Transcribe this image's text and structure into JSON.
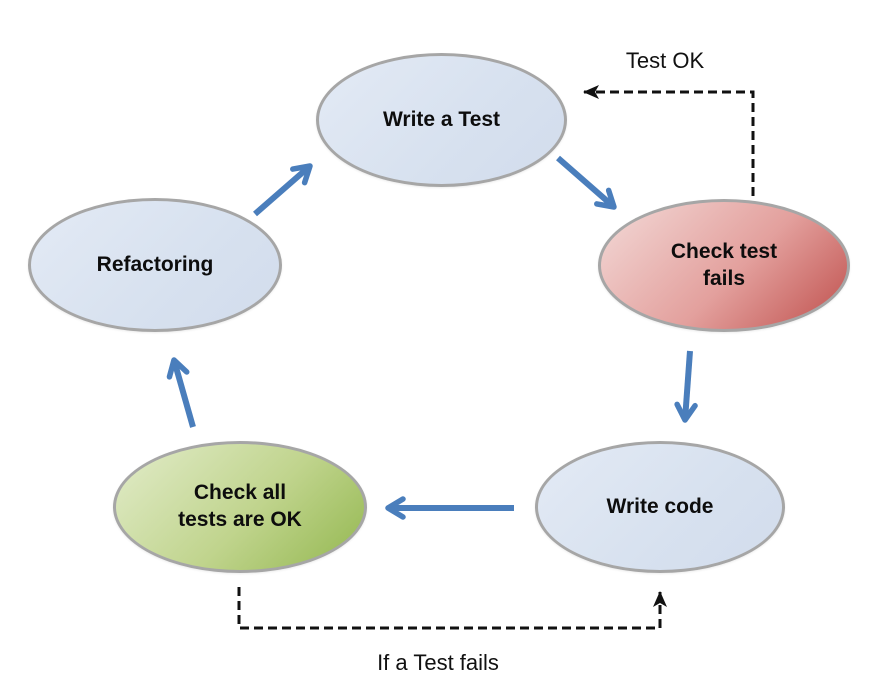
{
  "diagram": {
    "description": "Test-driven development cycle",
    "nodes": [
      {
        "id": "write-a-test",
        "label": "Write a Test",
        "fill": "#d7e1ef"
      },
      {
        "id": "check-test-fails",
        "label": "Check test fails",
        "fill_gradient": [
          "#f3dad8",
          "#bf4f4c"
        ]
      },
      {
        "id": "write-code",
        "label": "Write code",
        "fill": "#d7e1ef"
      },
      {
        "id": "check-all-tests",
        "label": "Check all tests are OK",
        "fill_gradient": [
          "#e2ecca",
          "#93b74f"
        ]
      },
      {
        "id": "refactoring",
        "label": "Refactoring",
        "fill": "#d7e1ef"
      }
    ],
    "annotations": {
      "test_ok": "Test OK",
      "if_test_fails": "If a Test fails"
    },
    "colors": {
      "node_border": "#a6a6a6",
      "solid_arrow": "#4a7ebc",
      "dashed_arrow": "#111111",
      "background": "#ffffff",
      "label_text": "#0d0d0d"
    }
  }
}
